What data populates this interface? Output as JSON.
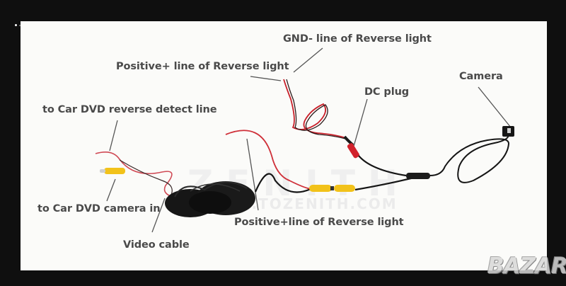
{
  "viewer": {
    "gallery_dots": 22,
    "active_dot_index": 0
  },
  "diagram": {
    "labels": {
      "gnd_reverse": "GND- line of Reverse light",
      "positive_reverse_top": "Positive+ line of Reverse light",
      "dc_plug": "DC plug",
      "camera": "Camera",
      "dvd_reverse_detect": "to Car DVD reverse detect line",
      "dvd_camera_in": "to Car DVD camera in",
      "video_cable": "Video cable",
      "positive_reverse_bottom": "Positive+line of Reverse light"
    },
    "watermark": {
      "brand": "ZENITH",
      "url": "WWW.TOZENITH.COM"
    },
    "colors": {
      "label_text": "#4a4a4a",
      "leader_line": "#555555",
      "cable_black": "#151515",
      "wire_red": "#c8202a",
      "rca_yellow": "#f2c21a",
      "panel_bg": "#fbfbf9",
      "frame_bg": "#0f0f0f"
    }
  },
  "site_logo": "BAZAR"
}
